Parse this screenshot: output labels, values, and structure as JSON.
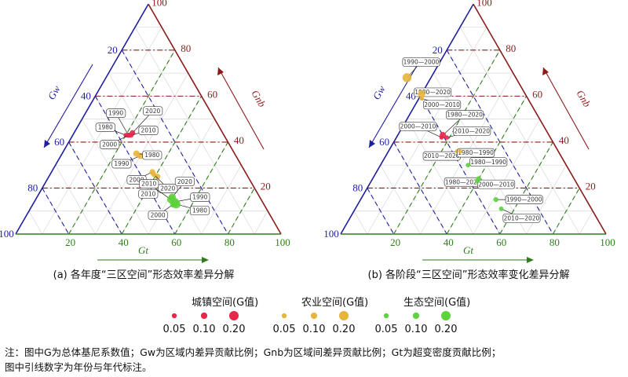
{
  "chart_data": [
    {
      "type": "scatter",
      "subtype": "ternary",
      "caption": "(a) 各年度“三区空间”形态效率差异分解",
      "axes": {
        "Gw": {
          "label": "Gw",
          "ticks": [
            "20",
            "40",
            "60",
            "80",
            "100"
          ]
        },
        "Gnb": {
          "label": "Gnb",
          "ticks": [
            "20",
            "40",
            "60",
            "80",
            "100"
          ]
        },
        "Gt": {
          "label": "Gt",
          "ticks": [
            "20",
            "40",
            "60",
            "80",
            "100"
          ]
        }
      },
      "series": [
        {
          "name": "城镇空间",
          "color": "#e8284a",
          "points": [
            {
              "label": "1990",
              "Gw": 36,
              "Gnb": 43,
              "Gt": 21,
              "G": 0.05
            },
            {
              "label": "2020",
              "Gw": 34,
              "Gnb": 44,
              "Gt": 22,
              "G": 0.07
            },
            {
              "label": "1980",
              "Gw": 37,
              "Gnb": 43,
              "Gt": 20,
              "G": 0.04
            },
            {
              "label": "2010",
              "Gw": 35,
              "Gnb": 43,
              "Gt": 22,
              "G": 0.05
            },
            {
              "label": "2000",
              "Gw": 36,
              "Gnb": 43,
              "Gt": 21,
              "G": 0.05
            }
          ]
        },
        {
          "name": "农业空间",
          "color": "#e8b53a",
          "points": [
            {
              "label": "1990",
              "Gw": 36,
              "Gnb": 34,
              "Gt": 30,
              "G": 0.09
            },
            {
              "label": "1980",
              "Gw": 37,
              "Gnb": 35,
              "Gt": 28,
              "G": 0.1
            },
            {
              "label": "2000",
              "Gw": 35,
              "Gnb": 27,
              "Gt": 38,
              "G": 0.08
            },
            {
              "label": "2010",
              "Gw": 34,
              "Gnb": 25,
              "Gt": 41,
              "G": 0.07
            },
            {
              "label": "2020",
              "Gw": 35,
              "Gnb": 26,
              "Gt": 39,
              "G": 0.06
            }
          ]
        },
        {
          "name": "生态空间",
          "color": "#5cd23b",
          "points": [
            {
              "label": "2020",
              "Gw": 33,
              "Gnb": 16,
              "Gt": 51,
              "G": 0.13
            },
            {
              "label": "2010",
              "Gw": 34,
              "Gnb": 15,
              "Gt": 51,
              "G": 0.14
            },
            {
              "label": "1990",
              "Gw": 33,
              "Gnb": 14,
              "Gt": 53,
              "G": 0.15
            },
            {
              "label": "1980",
              "Gw": 33,
              "Gnb": 13,
              "Gt": 54,
              "G": 0.17
            },
            {
              "label": "2000",
              "Gw": 34,
              "Gnb": 13,
              "Gt": 53,
              "G": 0.12
            }
          ]
        }
      ]
    },
    {
      "type": "scatter",
      "subtype": "ternary",
      "caption": "(b) 各阶段“三区空间”形态效率变化差异分解",
      "axes": {
        "Gw": {
          "label": "Gw",
          "ticks": [
            "20",
            "40",
            "60",
            "80",
            "100"
          ]
        },
        "Gnb": {
          "label": "Gnb",
          "ticks": [
            "20",
            "40",
            "60",
            "80",
            "100"
          ]
        },
        "Gt": {
          "label": "Gt",
          "ticks": [
            "20",
            "40",
            "60",
            "80",
            "100"
          ]
        }
      },
      "series": [
        {
          "name": "城镇空间",
          "color": "#e8284a",
          "points": [
            {
              "label": "1980—2020",
              "Gw": 40,
              "Gnb": 43,
              "Gt": 17,
              "G": 0.1
            },
            {
              "label": "2000—2010",
              "Gw": 41,
              "Gnb": 42,
              "Gt": 17,
              "G": 0.03
            },
            {
              "label": "2010—2020",
              "Gw": 39,
              "Gnb": 42,
              "Gt": 19,
              "G": 0.03
            }
          ]
        },
        {
          "name": "农业空间",
          "color": "#e8b53a",
          "points": [
            {
              "label": "1990—2000",
              "Gw": 41,
              "Gnb": 68,
              "Gt": -9,
              "G": 0.19
            },
            {
              "label": "1980—2020",
              "Gw": 39,
              "Gnb": 61,
              "Gt": 0,
              "G": 0.13
            },
            {
              "label": "2000—2010",
              "Gw": 40,
              "Gnb": 59,
              "Gt": 1,
              "G": 0.04
            },
            {
              "label": "2010—2020",
              "Gw": 38,
              "Gnb": 36,
              "Gt": 26,
              "G": 0.04
            },
            {
              "label": "1980—1990",
              "Gw": 37,
              "Gnb": 36,
              "Gt": 27,
              "G": 0.03
            }
          ]
        },
        {
          "name": "生态空间",
          "color": "#5cd23b",
          "points": [
            {
              "label": "1980—1990",
              "Gw": 37,
              "Gnb": 30,
              "Gt": 33,
              "G": 0.04
            },
            {
              "label": "1980—2020",
              "Gw": 36,
              "Gnb": 24,
              "Gt": 40,
              "G": 0.06
            },
            {
              "label": "2000—2010",
              "Gw": 37,
              "Gnb": 23,
              "Gt": 40,
              "G": 0.04
            },
            {
              "label": "1990—2000",
              "Gw": 34,
              "Gnb": 15,
              "Gt": 51,
              "G": 0.05
            },
            {
              "label": "2010—2020",
              "Gw": 34,
              "Gnb": 11,
              "Gt": 55,
              "G": 0.04
            }
          ]
        }
      ]
    }
  ],
  "legend": {
    "groups": [
      {
        "title": "城镇空间(G值)",
        "color": "#e8284a",
        "sizes": [
          {
            "v": 0.05,
            "t": "0.05"
          },
          {
            "v": 0.1,
            "t": "0.10"
          },
          {
            "v": 0.2,
            "t": "0.20"
          }
        ]
      },
      {
        "title": "农业空间(G值)",
        "color": "#e8b53a",
        "sizes": [
          {
            "v": 0.05,
            "t": "0.05"
          },
          {
            "v": 0.1,
            "t": "0.10"
          },
          {
            "v": 0.2,
            "t": "0.20"
          }
        ]
      },
      {
        "title": "生态空间(G值)",
        "color": "#5cd23b",
        "sizes": [
          {
            "v": 0.05,
            "t": "0.05"
          },
          {
            "v": 0.1,
            "t": "0.10"
          },
          {
            "v": 0.2,
            "t": "0.20"
          }
        ]
      }
    ]
  },
  "note": {
    "line1": "注：图中G为总体基尼系数值；Gw为区域内差异贡献比例；Gnb为区域间差异贡献比例；Gt为超变密度贡献比例；",
    "line2": "图中引线数字为年份与年代标注。"
  },
  "colors": {
    "gw": "#1f1f9e",
    "gnb": "#8b1a1a",
    "gt": "#2e7d1a"
  }
}
